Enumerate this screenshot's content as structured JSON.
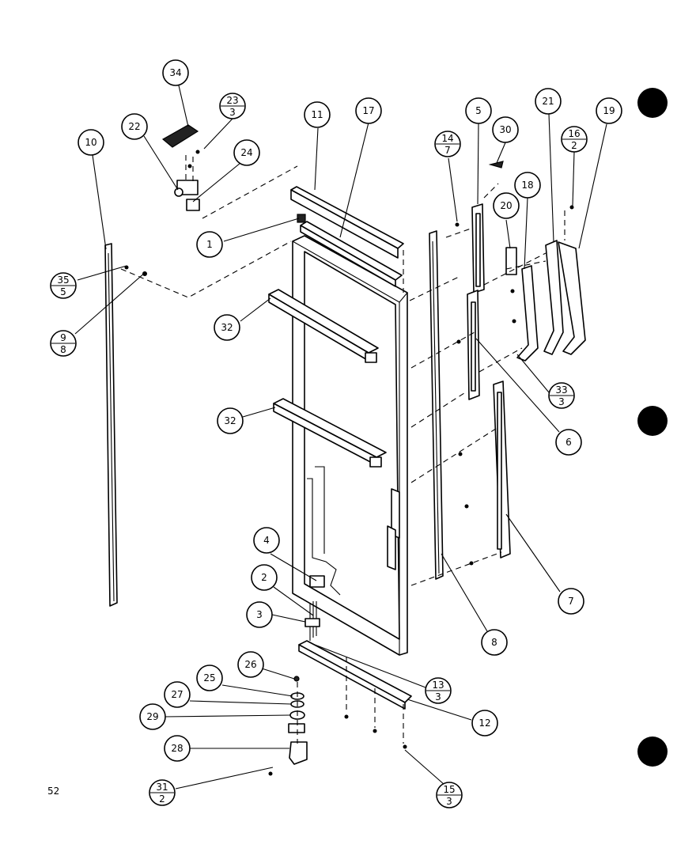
{
  "page": {
    "number": "52",
    "footer": ""
  },
  "parts": {
    "p1": "1",
    "p2": "2",
    "p3": "3",
    "p4": "4",
    "p5": "5",
    "p6": "6",
    "p7": "7",
    "p8": "8",
    "p10": "10",
    "p11": "11",
    "p12": "12",
    "p17": "17",
    "p18": "18",
    "p19": "19",
    "p20": "20",
    "p21": "21",
    "p22": "22",
    "p24": "24",
    "p25": "25",
    "p26": "26",
    "p27": "27",
    "p28": "28",
    "p29": "29",
    "p30": "30",
    "p32a": "32",
    "p32b": "32",
    "p34": "34"
  },
  "fractions": {
    "f23": {
      "top": "23",
      "bottom": "3"
    },
    "f35": {
      "top": "35",
      "bottom": "5"
    },
    "f9": {
      "top": "9",
      "bottom": "8"
    },
    "f14": {
      "top": "14",
      "bottom": "7"
    },
    "f16": {
      "top": "16",
      "bottom": "2"
    },
    "f33": {
      "top": "33",
      "bottom": "3"
    },
    "f13": {
      "top": "13",
      "bottom": "3"
    },
    "f15": {
      "top": "15",
      "bottom": "3"
    },
    "f31": {
      "top": "31",
      "bottom": "2"
    }
  },
  "colors": {
    "ink": "#000000",
    "paper": "#ffffff"
  }
}
